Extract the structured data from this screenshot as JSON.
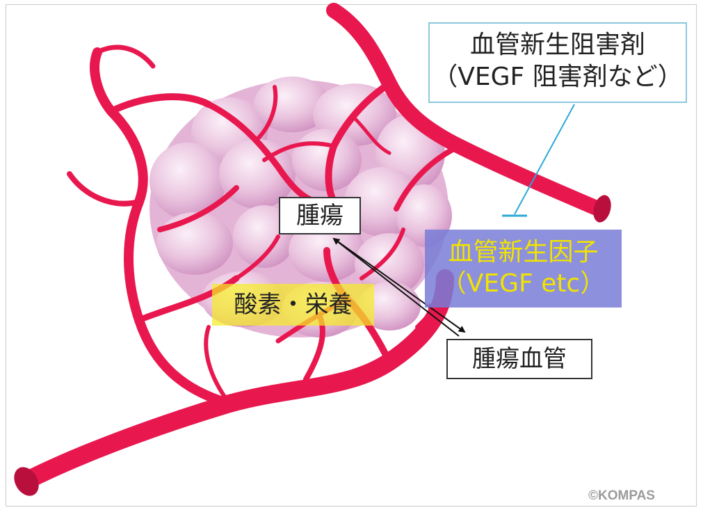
{
  "inhibitor": {
    "line1": "血管新生阻害剤",
    "line2": "（VEGF 阻害剤など）"
  },
  "tumor_label": "腫瘍",
  "factor": {
    "line1": "血管新生因子",
    "line2": "（VEGF etc）"
  },
  "nutrient_label": "酸素・栄養",
  "vessel_label": "腫瘍血管",
  "copyright": "©KOMPAS",
  "colors": {
    "vessel": "#e8184f",
    "vessel_dark": "#b80f3c",
    "tumor_light": "#f6e1f0",
    "tumor_mid": "#e7b7d8",
    "tumor_dark": "#cf90c0",
    "inhibitor_border": "#8cc8dc",
    "inhibitor_line": "#2aa9d6",
    "factor_bg": "#787dd7",
    "factor_text": "#f2e300",
    "highlight": "#f5eb28"
  }
}
